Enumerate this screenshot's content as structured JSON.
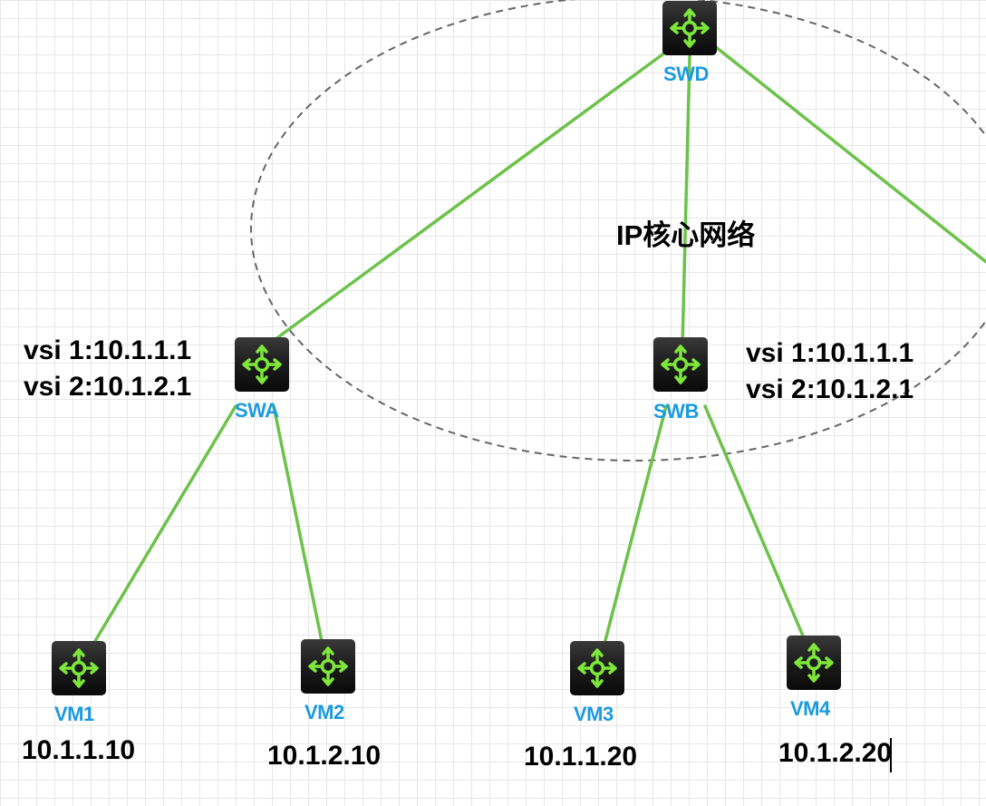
{
  "core_label": "IP核心网络",
  "devices": {
    "swd": "SWD",
    "swa": "SWA",
    "swb": "SWB",
    "vm1": "VM1",
    "vm2": "VM2",
    "vm3": "VM3",
    "vm4": "VM4"
  },
  "vsi_left": {
    "line1": "vsi 1:10.1.1.1",
    "line2": "vsi 2:10.1.2.1"
  },
  "vsi_right": {
    "line1": "vsi 1:10.1.1.1",
    "line2": "vsi 2:10.1.2.1"
  },
  "ips": {
    "vm1": "10.1.1.10",
    "vm2": "10.1.2.10",
    "vm3": "10.1.1.20",
    "vm4": "10.1.2.20"
  },
  "colors": {
    "link": "#6cc24a",
    "device_body": "#1c1c1c",
    "device_icon": "#7ee83a",
    "device_label": "#1a9be0",
    "ellipse": "#666666"
  },
  "icon": "router-switch-icon"
}
